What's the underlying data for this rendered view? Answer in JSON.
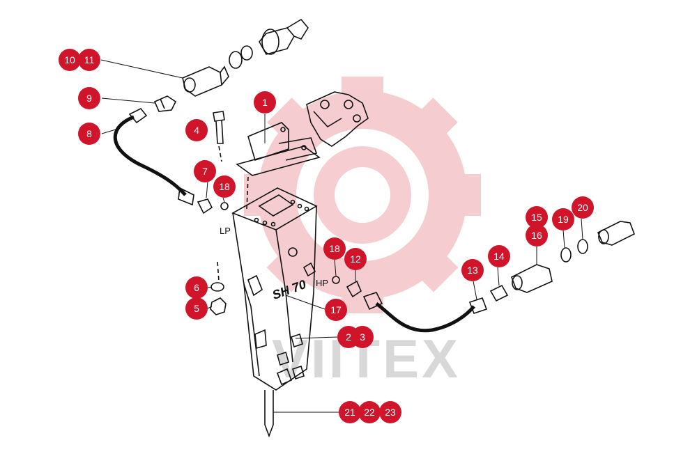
{
  "diagram": {
    "watermark": {
      "text": "VIITEX",
      "gear_color": "#f4c4c8",
      "text_color": "#d8d8d8"
    },
    "callout_color": "#d0152b",
    "port_labels": {
      "low_pressure": "LP",
      "high_pressure": "HP"
    },
    "model_marking": "SH 70",
    "callouts": [
      {
        "id": "c10",
        "label": "10"
      },
      {
        "id": "c11",
        "label": "11"
      },
      {
        "id": "c9",
        "label": "9"
      },
      {
        "id": "c8",
        "label": "8"
      },
      {
        "id": "c1",
        "label": "1"
      },
      {
        "id": "c4",
        "label": "4"
      },
      {
        "id": "c7",
        "label": "7"
      },
      {
        "id": "c18a",
        "label": "18"
      },
      {
        "id": "c6",
        "label": "6"
      },
      {
        "id": "c5",
        "label": "5"
      },
      {
        "id": "c18b",
        "label": "18"
      },
      {
        "id": "c12",
        "label": "12"
      },
      {
        "id": "c17",
        "label": "17"
      },
      {
        "id": "c2",
        "label": "2"
      },
      {
        "id": "c3",
        "label": "3"
      },
      {
        "id": "c13",
        "label": "13"
      },
      {
        "id": "c14",
        "label": "14"
      },
      {
        "id": "c15",
        "label": "15"
      },
      {
        "id": "c16",
        "label": "16"
      },
      {
        "id": "c19",
        "label": "19"
      },
      {
        "id": "c20",
        "label": "20"
      },
      {
        "id": "c21",
        "label": "21"
      },
      {
        "id": "c22",
        "label": "22"
      },
      {
        "id": "c23",
        "label": "23"
      }
    ]
  }
}
